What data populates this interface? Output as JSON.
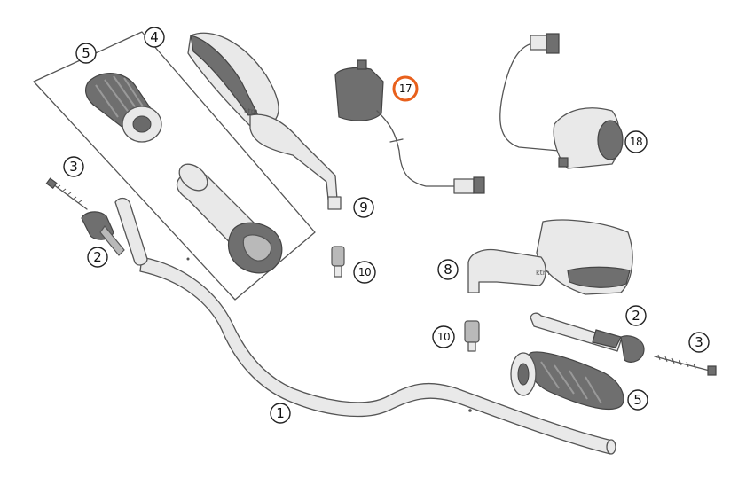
{
  "diagram": {
    "callouts": [
      {
        "id": "handlebar",
        "label": "1"
      },
      {
        "id": "bar-end-left",
        "label": "2"
      },
      {
        "id": "bar-end-right",
        "label": "2"
      },
      {
        "id": "screw-left",
        "label": "3"
      },
      {
        "id": "screw-right",
        "label": "3"
      },
      {
        "id": "grip-set",
        "label": "4"
      },
      {
        "id": "grip-left",
        "label": "5"
      },
      {
        "id": "grip-right",
        "label": "5"
      },
      {
        "id": "mirror-left",
        "label": "8"
      },
      {
        "id": "mirror-right",
        "label": "9"
      },
      {
        "id": "adapter-left",
        "label": "10"
      },
      {
        "id": "adapter-right",
        "label": "10"
      },
      {
        "id": "switch-left",
        "label": "17",
        "highlighted": true
      },
      {
        "id": "switch-right",
        "label": "18"
      }
    ],
    "colors": {
      "highlight": "#e8601c",
      "outline": "#555555",
      "fill": "#e9e9e9"
    }
  }
}
